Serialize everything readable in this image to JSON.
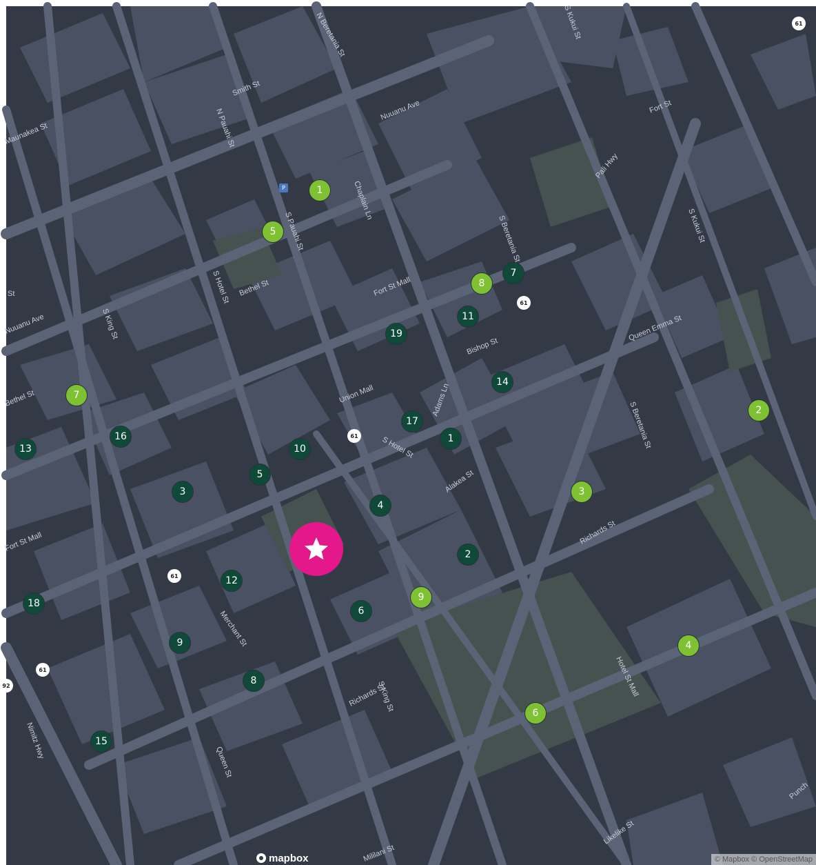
{
  "colors": {
    "background": "#333a46",
    "block": "#4a5162",
    "road": "#5b6476",
    "park": "#46524f",
    "marker_dark": "#0f4a39",
    "marker_light": "#7ec234",
    "featured": "#e5188b"
  },
  "street_labels": [
    "N Beretania St",
    "Smith St",
    "N Pauahi St",
    "Nuuanu Ave",
    "Maunakea St",
    "Chaplain Ln",
    "S Pauahi St",
    "Bethel St",
    "S Hotel St",
    "Fort St Mall",
    "Bishop St",
    "S King St",
    "Union Mall",
    "Adams Ln",
    "S Hotel St",
    "Alakea St",
    "Fort St Mall",
    "Merchant St",
    "Richards St",
    "S King St",
    "Queen St",
    "Nimitz Hwy",
    "Mililani St",
    "Fort St",
    "Pali Hwy",
    "S Beretania St",
    "S Kukui St",
    "Queen Emma St",
    "S Beretania St",
    "Richards St",
    "Hotel St Mall",
    "Likelike St",
    "Punch",
    "S Kukui St",
    "Bethel St",
    "Nuuanu Ave",
    "St"
  ],
  "route_shields": [
    "61",
    "61",
    "61",
    "61",
    "61",
    "92"
  ],
  "markers_dark": [
    "1",
    "2",
    "3",
    "4",
    "5",
    "6",
    "7",
    "8",
    "9",
    "10",
    "11",
    "12",
    "13",
    "14",
    "15",
    "16",
    "17",
    "18",
    "19"
  ],
  "markers_light": [
    "1",
    "2",
    "3",
    "4",
    "5",
    "6",
    "7",
    "8",
    "9"
  ],
  "featured_icon": "star-icon",
  "parking_icon": "parking-icon",
  "logo": {
    "text": "mapbox"
  },
  "attribution": "© Mapbox © OpenStreetMap"
}
